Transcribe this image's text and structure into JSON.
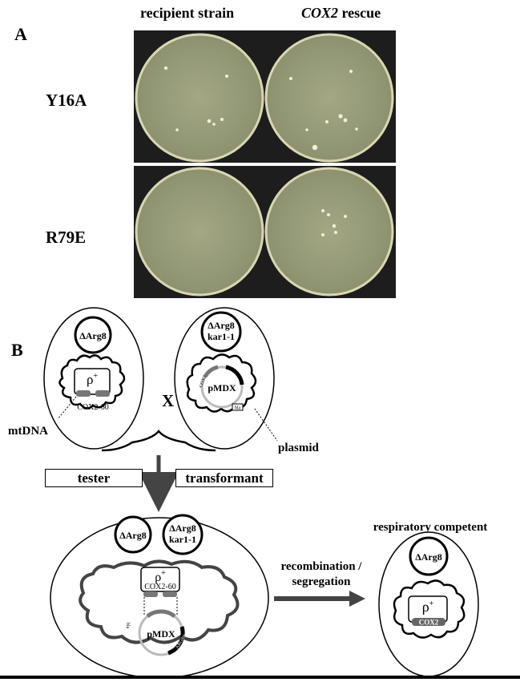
{
  "panel_a": {
    "letter": "A",
    "column_headers": {
      "left": "recipient strain",
      "right_italic": "COX2",
      "right_rest": " rescue"
    },
    "rows": [
      {
        "label": "Y16A"
      },
      {
        "label": "R79E"
      }
    ]
  },
  "panel_b": {
    "letter": "B",
    "cross_symbol": "X",
    "tester": {
      "nucleus_line1": "ΔArg8",
      "rho": "ρ",
      "rho_sup": "+",
      "gene": "COX2-60",
      "side_label": "mtDNA",
      "box_label": "tester"
    },
    "transformant": {
      "nucleus_line1": "ΔArg8",
      "nucleus_line2": "kar1-1",
      "plasmid_name": "pMDX",
      "plasmid_gene_left": "COX2",
      "plasmid_gene_right": "ARG8m",
      "plasmid_marker": "bla",
      "side_label": "plasmid",
      "box_label": "transformant"
    },
    "zygote": {
      "nucleus_a": "ΔArg8",
      "nucleus_b_line1": "ΔArg8",
      "nucleus_b_line2": "kar1-1",
      "rho": "ρ",
      "rho_sup": "+",
      "gene": "COX2-60",
      "plasmid_name": "pMDX",
      "plasmid_gene_top": "COX2",
      "plasmid_gene_right": "ARG8m",
      "plasmid_marker": "bla"
    },
    "process_label_line1": "recombination /",
    "process_label_line2": "segregation",
    "result": {
      "title": "respiratory competent",
      "nucleus": "ΔArg8",
      "rho": "ρ",
      "rho_sup": "+",
      "gene": "COX2"
    }
  }
}
